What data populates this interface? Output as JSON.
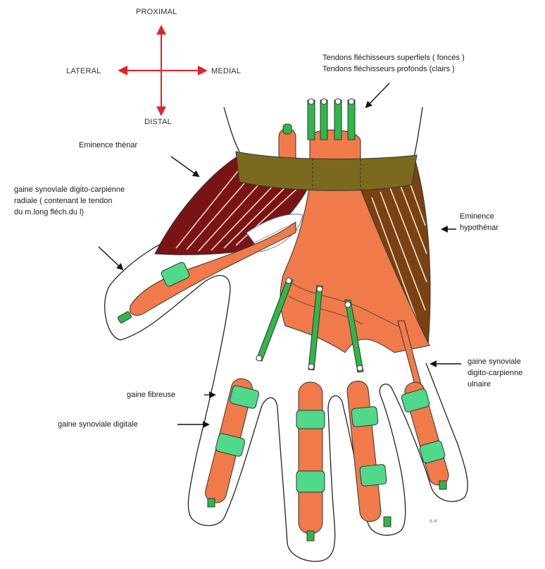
{
  "orientation": {
    "proximal": "PROXIMAL",
    "distal": "DISTAL",
    "lateral": "LATERAL",
    "medial": "MEDIAL"
  },
  "labels": {
    "tendons_superficial": "Tendons fléchisseurs superfiels ( foncés )",
    "tendons_deep": "Tendons fléchisseurs profonds (clairs )",
    "thenar": "Eminence thénar",
    "radial_sheath": [
      "gaine synoviale digito-carpienne",
      "radiale ( contenant le tendon",
      "du m.long fléch.du l)"
    ],
    "hypothenar": [
      "Eminence",
      "hypothénar"
    ],
    "ulnar_sheath": [
      "gaine synoviale",
      "digito-carpienne",
      "ulnaire"
    ],
    "fibrous_sheath": "gaine fibreuse",
    "digital_sheath": "gaine synoviale digitale",
    "signature": "s.e"
  },
  "colors": {
    "arrow_cross": "#e8202a",
    "tendon_orange": "#f07a4a",
    "tendon_green": "#2fb84a",
    "sheath_mint": "#4fd98a",
    "retinaculum": "#7b6a1e",
    "thenar_muscle": "#7a1414",
    "hypothenar_muscle": "#7a4212",
    "outline": "#222222"
  }
}
